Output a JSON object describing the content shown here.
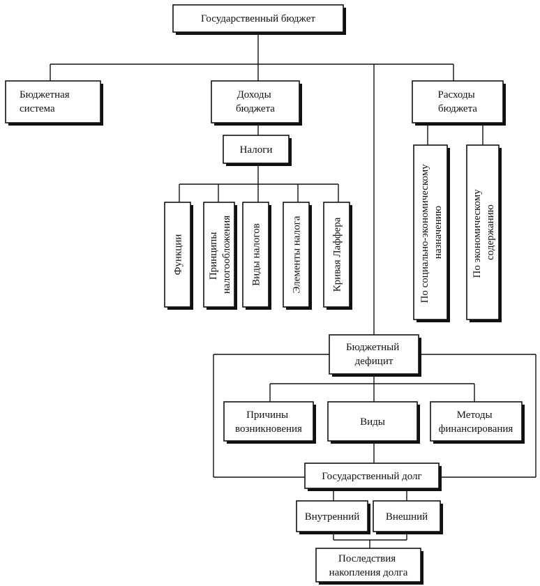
{
  "diagram": {
    "root": "Государственный бюджет",
    "system": [
      "Бюджетная",
      "система"
    ],
    "revenues": [
      "Доходы",
      "бюджета"
    ],
    "taxes": "Налоги",
    "tax_items": {
      "functions": [
        "Функции"
      ],
      "principles": [
        "Принципы",
        "налогообложения"
      ],
      "types": [
        "Виды налогов"
      ],
      "elements": [
        "Элементы налога"
      ],
      "laffer": [
        "Кривая Лаффера"
      ]
    },
    "expenses": [
      "Расходы",
      "бюджета"
    ],
    "expense_items": {
      "social": [
        "По социально-экономическому",
        "назначению"
      ],
      "economic": [
        "По экономическому",
        "содержанию"
      ]
    },
    "deficit": [
      "Бюджетный",
      "дефицит"
    ],
    "deficit_items": {
      "causes": [
        "Причины",
        "возникновения"
      ],
      "types": [
        "Виды"
      ],
      "methods": [
        "Методы",
        "финансирования"
      ]
    },
    "debt": "Государственный долг",
    "debt_items": {
      "internal": "Внутренний",
      "external": "Внешний"
    },
    "consequences": [
      "Последствия",
      "накопления долга"
    ]
  }
}
